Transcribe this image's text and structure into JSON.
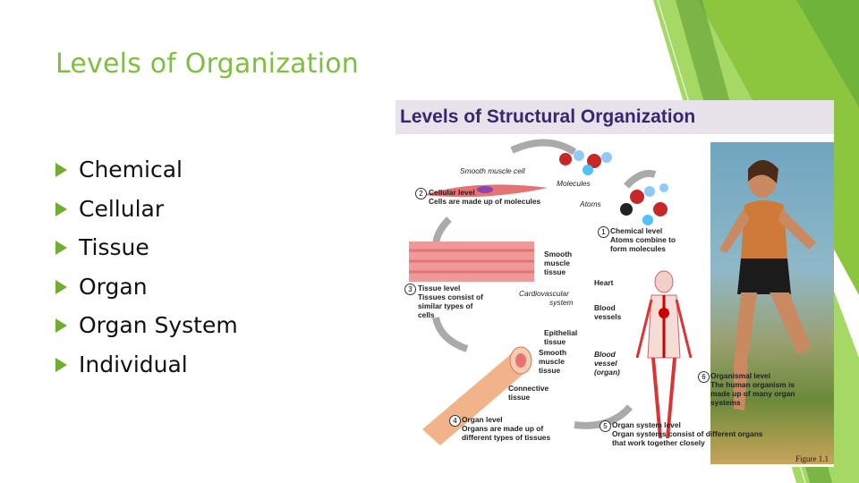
{
  "slide": {
    "title": "Levels of Organization",
    "bullets": [
      "Chemical",
      "Cellular",
      "Tissue",
      "Organ",
      "Organ System",
      "Individual"
    ]
  },
  "figure": {
    "title": "Levels of Structural Organization",
    "labels": {
      "smooth_muscle_cell": "Smooth muscle cell",
      "molecules": "Molecules",
      "atoms": "Atoms",
      "cellular_level_title": "Cellular level",
      "cellular_level_desc": "Cells are made up of molecules",
      "chemical_level_title": "Chemical level",
      "chemical_level_desc1": "Atoms combine to",
      "chemical_level_desc2": "form molecules",
      "smooth_muscle_tissue1": "Smooth",
      "smooth_muscle_tissue2": "muscle",
      "smooth_muscle_tissue3": "tissue",
      "heart": "Heart",
      "tissue_level_title": "Tissue level",
      "tissue_level_desc1": "Tissues consist of",
      "tissue_level_desc2": "similar types of",
      "tissue_level_desc3": "cells",
      "cardio1": "Cardiovascular",
      "cardio2": "system",
      "blood_vessels1": "Blood",
      "blood_vessels2": "vessels",
      "epithelial1": "Epithelial",
      "epithelial2": "tissue",
      "smooth2_1": "Smooth",
      "smooth2_2": "muscle",
      "smooth2_3": "tissue",
      "blood_vessel_organ1": "Blood",
      "blood_vessel_organ2": "vessel",
      "blood_vessel_organ3": "(organ)",
      "organismal_title": "Organismal level",
      "organismal_desc1": "The human organism is",
      "organismal_desc2": "made up of many organ",
      "organismal_desc3": "systems",
      "connective1": "Connective",
      "connective2": "tissue",
      "organ_level_title": "Organ level",
      "organ_level_desc1": "Organs are made up of",
      "organ_level_desc2": "different types of tissues",
      "organ_system_title": "Organ system level",
      "organ_system_desc1": "Organ systems consist of different organs",
      "organ_system_desc2": "that work together closely",
      "credit": "Figure 1.1"
    },
    "numbers": [
      "1",
      "2",
      "3",
      "4",
      "5",
      "6"
    ]
  },
  "colors": {
    "accent": "#7fbf3f",
    "bullet": "#6fae31",
    "fig_title": "#3a2570"
  }
}
